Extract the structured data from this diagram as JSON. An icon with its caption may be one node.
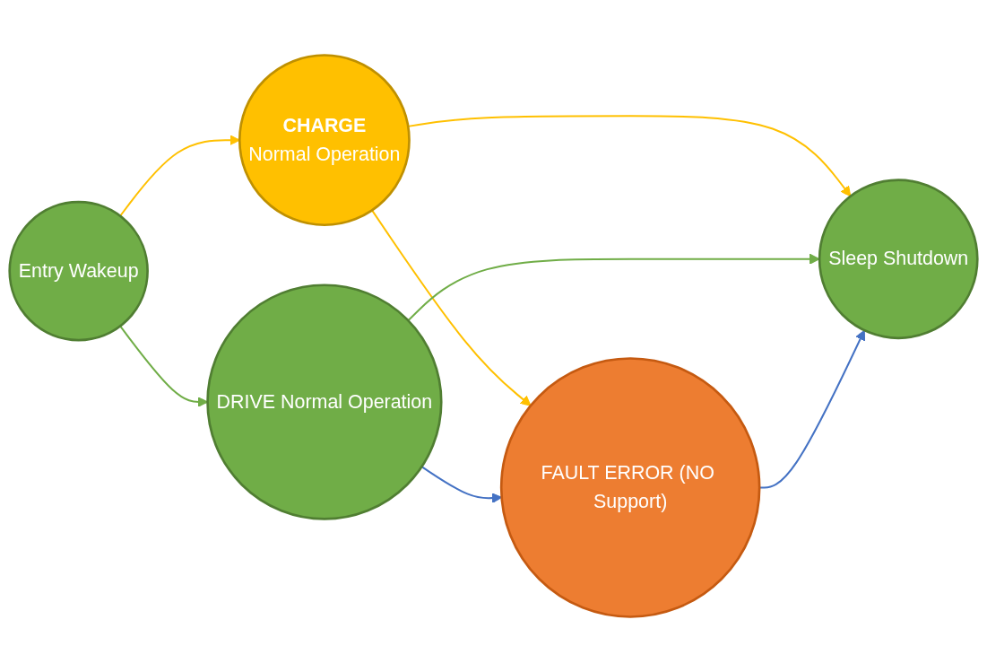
{
  "diagram": {
    "nodes": [
      {
        "text": [
          "Entry Wakeup"
        ]
      },
      {
        "text": [
          "CHARGE",
          "Normal Operation"
        ]
      },
      {
        "text": [
          "FAULT ERROR (NO Support)"
        ]
      },
      {
        "text": [
          "Sleep Shutdown"
        ]
      },
      {
        "text": [
          "DRIVE Normal Operation"
        ]
      }
    ],
    "edges": [
      {
        "from": 0,
        "to": 1,
        "arrow": "to",
        "color": "#ffc000"
      },
      {
        "from": 1,
        "to": 3,
        "arrow": "to",
        "color": "#ffc000"
      },
      {
        "from": 1,
        "to": 2,
        "arrow": "to",
        "color": "#ffc000"
      },
      {
        "from": 0,
        "to": 4,
        "arrow": "to",
        "color": "#70ad47"
      },
      {
        "from": 4,
        "to": 3,
        "arrow": "to",
        "color": "#70ad47"
      },
      {
        "from": 4,
        "to": 2,
        "arrow": "to",
        "color": "#4472c4"
      },
      {
        "from": 2,
        "to": 3,
        "arrow": "to",
        "color": "#4472c4"
      }
    ]
  }
}
